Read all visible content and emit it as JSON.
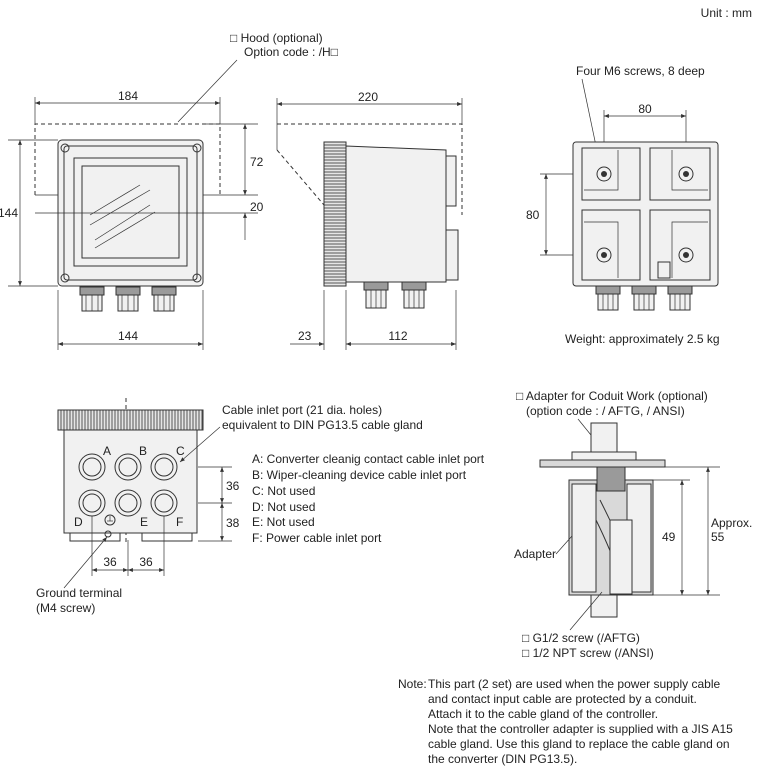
{
  "unit": "Unit : mm",
  "front_view": {
    "hood_label": "□ Hood (optional)",
    "hood_code": "Option code : /H□",
    "dim_top": "184",
    "dim_left": "144",
    "dim_bottom": "144",
    "dim_hood": "72",
    "dim_gap": "20"
  },
  "side_view": {
    "dim_top": "220",
    "dim_bottom_left": "23",
    "dim_bottom": "112"
  },
  "rear_view": {
    "screws_label": "Four M6 screws, 8 deep",
    "dim_h": "80",
    "dim_v": "80",
    "weight": "Weight: approximately 2.5 kg"
  },
  "bottom_view": {
    "inlet_title": "Cable inlet port (21 dia. holes)",
    "inlet_sub": "equivalent to DIN PG13.5 cable gland",
    "port_letters": [
      "A",
      "B",
      "C",
      "D",
      "E",
      "F"
    ],
    "legend": [
      "A: Converter cleanig contact cable inlet port",
      "B: Wiper-cleaning device cable inlet port",
      "C: Not used",
      "D: Not used",
      "E: Not used",
      "F: Power cable inlet port"
    ],
    "dim_v1": "36",
    "dim_v2": "38",
    "dim_h1": "36",
    "dim_h2": "36",
    "ground_1": "Ground terminal",
    "ground_2": "(M4 screw)"
  },
  "adapter": {
    "title_1": "□ Adapter for Coduit Work (optional)",
    "title_2": "(option code : / AFTG, / ANSI)",
    "label": "Adapter",
    "dim_49": "49",
    "approx_1": "Approx.",
    "approx_2": "55",
    "screw_1": "□ G1/2 screw (/AFTG)",
    "screw_2": "□ 1/2 NPT screw (/ANSI)"
  },
  "note": {
    "prefix": "Note:",
    "lines": [
      "This part (2 set) are used when the power supply cable",
      "and contact input cable are protected by a conduit.",
      "Attach it to the cable gland of the controller.",
      "Note that the controller adapter is supplied with a JIS A15",
      "cable gland. Use this gland to replace the cable gland on",
      "the converter (DIN PG13.5)."
    ]
  }
}
